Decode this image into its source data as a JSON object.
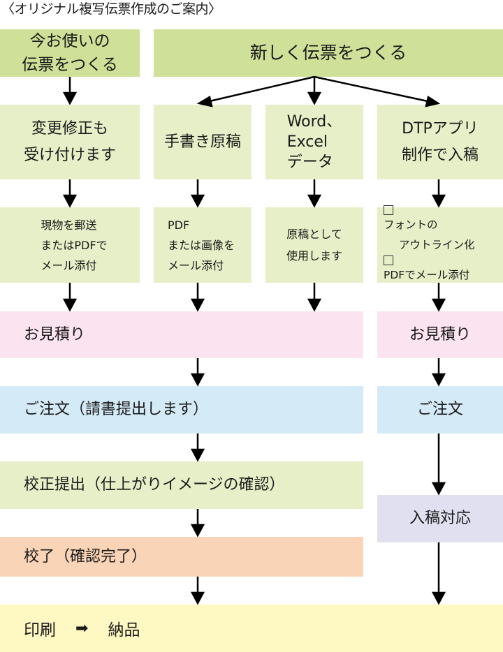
{
  "title": "〈オリジナル複写伝票作成のご案内〉",
  "start": {
    "existing": [
      "今お使いの",
      "伝票をつくる"
    ],
    "new": "新しく伝票をつくる"
  },
  "sources": [
    {
      "lines": [
        "変更修正も",
        "受け付けます"
      ]
    },
    {
      "lines": [
        "手書き原稿"
      ]
    },
    {
      "lines": [
        "Word、",
        "Excel",
        "データ"
      ]
    },
    {
      "lines": [
        "DTPアプリ",
        "制作で入稿"
      ]
    }
  ],
  "submission": [
    {
      "lines": [
        "現物を郵送",
        "またはPDFで",
        "メール添付"
      ]
    },
    {
      "lines": [
        "PDF",
        "または画像を",
        "メール添付"
      ]
    },
    {
      "lines": [
        "原稿として",
        "使用します"
      ]
    },
    {
      "checklist": [
        {
          "label": "フォントの",
          "continuation": "アウトライン化"
        },
        {
          "label": "PDFでメール添付"
        }
      ]
    }
  ],
  "main_flow": {
    "estimate": "お見積り",
    "order": "ご注文（請書提出します）",
    "proof": "校正提出（仕上がりイメージの確認）",
    "proof_done": "校了（確認完了）"
  },
  "dtp_flow": {
    "estimate": "お見積り",
    "order": "ご注文",
    "handling": "入稿対応"
  },
  "final": {
    "print": "印刷",
    "arrow": "➡",
    "delivery": "納品"
  },
  "colors": {
    "start": "#cfe198",
    "step": "#e6efc7",
    "estimate": "#fbe4ef",
    "order": "#d4eaf6",
    "proof": "#e6efc7",
    "proof_done": "#f9d4b6",
    "handling": "#e0e0f1",
    "final": "#fef8c3"
  }
}
